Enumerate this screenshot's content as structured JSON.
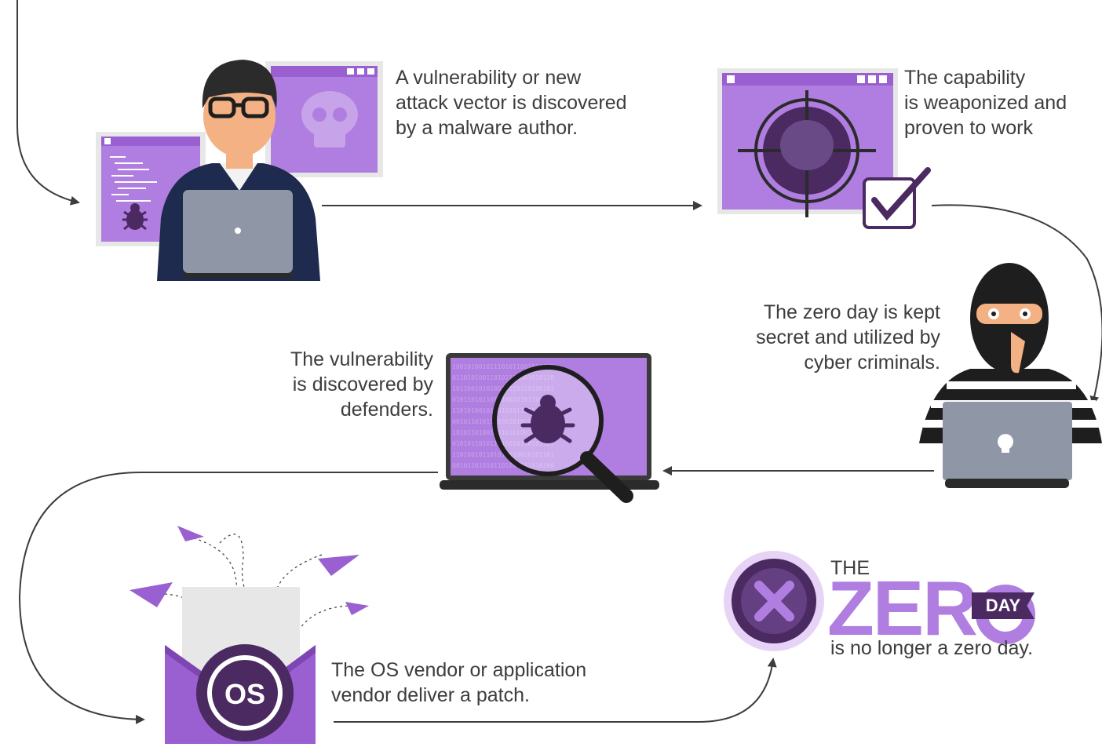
{
  "steps": [
    {
      "text": "A vulnerability or new attack vector is discovered by a malware author.",
      "lines": [
        "A vulnerability or new",
        "attack vector is discovered",
        "by a malware author."
      ]
    },
    {
      "text": "The capability is weaponized and proven to work",
      "lines": [
        "The capability",
        "is weaponized and",
        "proven to work"
      ]
    },
    {
      "text": "The zero day is kept secret and utilized by cyber criminals.",
      "lines": [
        "The zero day is kept",
        "secret and utilized by",
        "cyber criminals."
      ]
    },
    {
      "text": "The vulnerability is discovered by defenders.",
      "lines": [
        "The vulnerability",
        "is discovered by",
        "defenders."
      ]
    },
    {
      "text": "The OS vendor or application vendor deliver a patch.",
      "lines": [
        "The OS vendor or application",
        "vendor deliver a patch."
      ]
    }
  ],
  "logo": {
    "the": "THE",
    "zero": "ZER",
    "day": "DAY",
    "subtitle": "is no longer a zero day."
  },
  "icons": {
    "os_badge": "OS"
  },
  "colors": {
    "purple_light": "#b07ee0",
    "purple_mid": "#9a5fd0",
    "purple_dark": "#4b2a62",
    "arrow": "#3d3d3d",
    "laptop_gray": "#8f96a6"
  }
}
